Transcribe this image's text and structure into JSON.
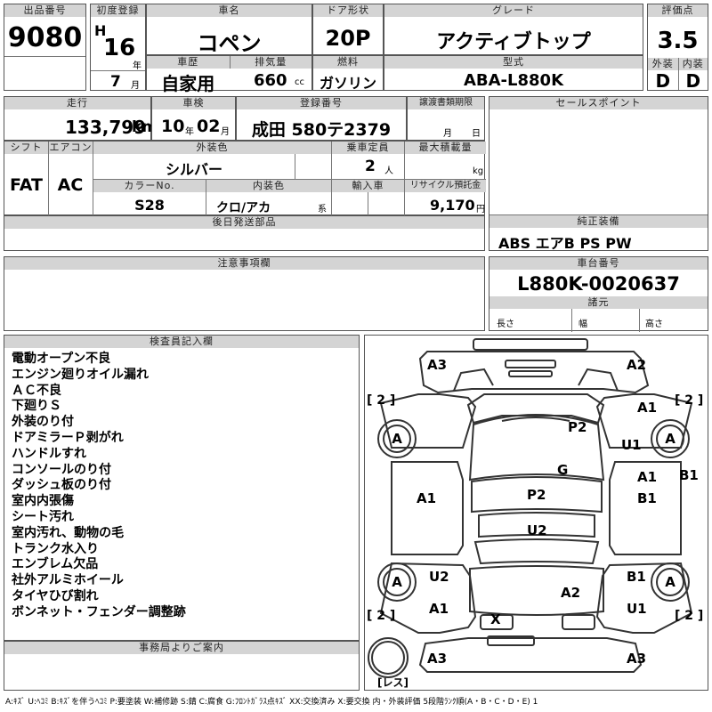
{
  "header": {
    "lot_no_label": "出品番号",
    "lot_no": "9080",
    "first_reg_label": "初度登録",
    "era": "H",
    "year": "16",
    "year_unit": "年",
    "month": "7",
    "month_unit": "月",
    "car_name_label": "車名",
    "car_name": "コペン",
    "door_label": "ドア形状",
    "door": "20P",
    "grade_label": "グレード",
    "grade": "アクティブトップ",
    "score_label": "評価点",
    "score": "3.5",
    "history_label": "車歴",
    "history": "自家用",
    "displacement_label": "排気量",
    "displacement": "660",
    "displacement_unit": "cc",
    "fuel_label": "燃料",
    "fuel": "ガソリン",
    "model_label": "型式",
    "model": "ABA-L880K",
    "ext_label": "外装",
    "ext": "D",
    "int_label": "内装",
    "int": "D"
  },
  "row2": {
    "mileage_label": "走行",
    "mileage": "133,799",
    "mileage_unit": "km",
    "inspection_label": "車検",
    "insp_year": "10",
    "insp_year_unit": "年",
    "insp_month": "02",
    "insp_month_unit": "月",
    "plate_label": "登録番号",
    "plate": "成田 580テ2379",
    "transfer_label": "譲渡書類期限",
    "transfer_month": "月",
    "transfer_day": "日",
    "sales_label": "セールスポイント"
  },
  "row3": {
    "shift_label": "シフト",
    "shift": "FAT",
    "ac_label": "エアコン",
    "ac": "AC",
    "ext_color_label": "外装色",
    "ext_color": "シルバー",
    "capacity_label": "乗車定員",
    "capacity": "2",
    "capacity_unit": "人",
    "load_label": "最大積載量",
    "load_unit": "kg",
    "color_no_label": "カラーNo.",
    "color_no": "S28",
    "int_color_label": "内装色",
    "int_color": "クロ/アカ",
    "int_color_unit": "系",
    "import_label": "輸入車",
    "recycle_label": "リサイクル預託金",
    "recycle": "9,170",
    "recycle_unit": "円"
  },
  "later_parts_label": "後日発送部品",
  "equip_label": "純正装備",
  "equip": "ABS エアB PS PW",
  "notes_label": "注意事項欄",
  "chassis_label": "車台番号",
  "chassis": "L880K-0020637",
  "specs_label": "諸元",
  "length_label": "長さ",
  "width_label": "幅",
  "height_label": "高さ",
  "inspector_label": "検査員記入欄",
  "comments": [
    "電動オープン不良",
    "エンジン廻りオイル漏れ",
    "ＡＣ不良",
    "下廻りＳ",
    "外装のり付",
    "ドアミラーＰ剥がれ",
    "ハンドルすれ",
    "コンソールのり付",
    "ダッシュ板のり付",
    "室内内張傷",
    "シート汚れ",
    "室内汚れ、動物の毛",
    "トランク水入り",
    "エンブレム欠品",
    "社外アルミホイール",
    "タイヤひび割れ",
    "ボンネット・フェンダー調整跡"
  ],
  "office_label": "事務局よりご案内",
  "diagram": {
    "marks": [
      "A3",
      "A2",
      "A1",
      "P2",
      "U1",
      "G",
      "A1",
      "B1",
      "B1",
      "A1",
      "P2",
      "U2",
      "U2",
      "A2",
      "B1",
      "A1",
      "U1",
      "X",
      "A3",
      "A3"
    ],
    "tires": [
      "A",
      "A",
      "A",
      "A"
    ],
    "bracket": [
      "[ 2 ]",
      "[ 2 ]",
      "[ 2 ]",
      "[ 2 ]"
    ],
    "spare": "[レス]"
  },
  "legend": "A:ｷｽﾞ U:ﾍｺﾐ B:ｷｽﾞを伴うﾍｺﾐ P:要塗装 W:補修跡 S:錆 C:腐食 G:ﾌﾛﾝﾄｶﾞﾗｽ点ｷｽﾞ XX:交換済み X:要交換 内・外装評価 5段階ﾗﾝｸ順(A・B・C・D・E) 1"
}
